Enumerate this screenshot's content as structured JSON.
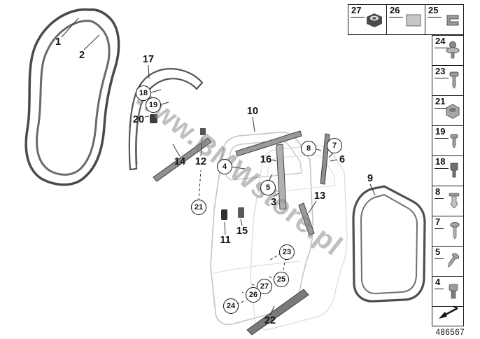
{
  "watermark": {
    "text": "www.BMWstore.pl"
  },
  "footer": {
    "doc_number": "486567"
  },
  "palette": {
    "dark_line": "#4a4a4a",
    "mid_line": "#6a6a6a",
    "door_line": "#c4c4c4",
    "echo_line": "#dedede",
    "trim_fill": "#8f8f8f"
  },
  "callouts": {
    "p1": "1",
    "p2": "2",
    "p3": "3",
    "p4": "4",
    "p5": "5",
    "p6": "6",
    "p7": "7",
    "p8": "8",
    "p9": "9",
    "p10": "10",
    "p11": "11",
    "p12": "12",
    "p13": "13",
    "p14": "14",
    "p15": "15",
    "p16": "16",
    "p17": "17",
    "p18": "18",
    "p19": "19",
    "p20": "20",
    "p21": "21",
    "p22": "22",
    "p23": "23",
    "p24": "24",
    "p25": "25",
    "p26": "26",
    "p27": "27"
  },
  "sidebar": {
    "cells": {
      "c27": {
        "label": "27",
        "icon": "grommet-icon"
      },
      "c26": {
        "label": "26",
        "icon": "pad-icon"
      },
      "c25": {
        "label": "25",
        "icon": "metal-clip-icon"
      },
      "c24": {
        "label": "24",
        "icon": "screw-with-washer-icon"
      },
      "c23": {
        "label": "23",
        "icon": "threaded-screw-icon"
      },
      "c21": {
        "label": "21",
        "icon": "hex-nut-icon"
      },
      "c19": {
        "label": "19",
        "icon": "torx-screw-icon"
      },
      "c18": {
        "label": "18",
        "icon": "plastic-clip-icon"
      },
      "c8": {
        "label": "8",
        "icon": "expanding-rivet-icon"
      },
      "c7": {
        "label": "7",
        "icon": "screw-icon"
      },
      "c5": {
        "label": "5",
        "icon": "tapping-screw-icon"
      },
      "c4": {
        "label": "4",
        "icon": "clip-grommet-icon"
      }
    }
  }
}
